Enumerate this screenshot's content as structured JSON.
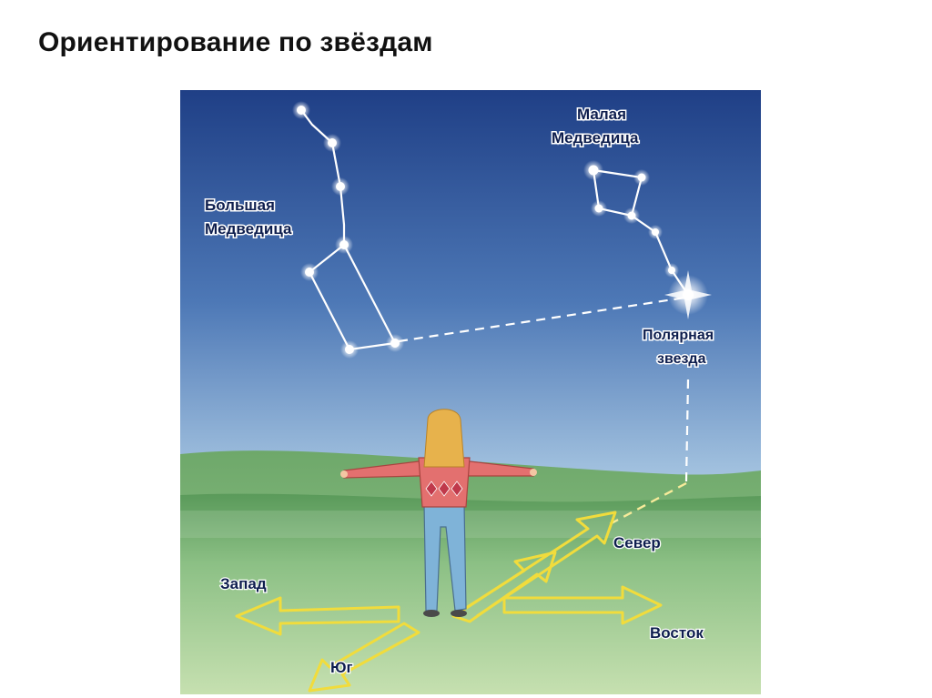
{
  "slide": {
    "title": "Ориентирование по звёздам"
  },
  "illustration": {
    "sky_colors": [
      "#1f3f86",
      "#4d78b6",
      "#9ebedd",
      "#c9deeb"
    ],
    "ground_colors": [
      "#5a9a5a",
      "#8cc085",
      "#c6e0b0"
    ],
    "labels": {
      "big_dipper_line1": "Большая",
      "big_dipper_line2": "Медведица",
      "little_dipper_line1": "Малая",
      "little_dipper_line2": "Медведица",
      "polaris_line1": "Полярная",
      "polaris_line2": "звезда",
      "north": "Север",
      "west": "Запад",
      "east": "Восток",
      "south": "Юг"
    },
    "arrow_color": "#f1dc3c",
    "person": {
      "hair_color": "#e7b24c",
      "sweater_color": "#e3706f",
      "jeans_color": "#7fb3d8"
    }
  }
}
